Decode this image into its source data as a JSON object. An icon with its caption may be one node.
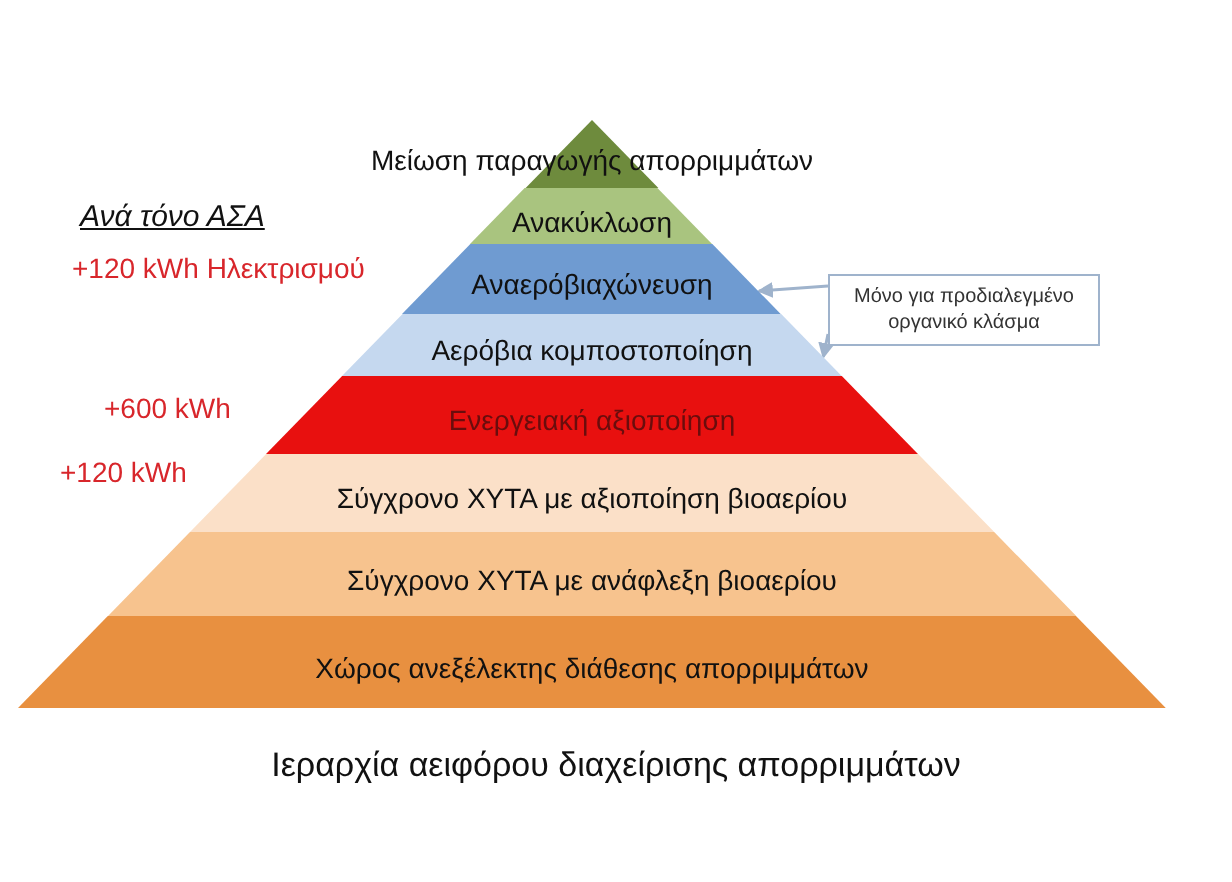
{
  "diagram": {
    "caption": "Ιεραρχία αειφόρου διαχείρισης απορριμμάτων",
    "nodes": [
      {
        "text": [
          "Μείωση παραγωγής απορριμμάτων"
        ]
      },
      {
        "text": [
          "Ανακύκλωση"
        ]
      },
      {
        "text": [
          "Αναερόβιαχώνευση"
        ]
      },
      {
        "text": [
          "Αερόβια κομποστοποίηση"
        ]
      },
      {
        "text": [
          "Ενεργειακή αξιοποίηση"
        ]
      },
      {
        "text": [
          "Σύγχρονο ΧΥΤΑ με αξιοποίηση βιοαερίου"
        ]
      },
      {
        "text": [
          "Σύγχρονο ΧΥΤΑ με ανάφλεξη βιοαερίου"
        ]
      },
      {
        "text": [
          "Χώρος ανεξέλεκτης διάθεσης απορριμμάτων"
        ]
      },
      {
        "text": [
          "Μόνο για προδιαλεγμένο οργανικό κλάσμα"
        ]
      }
    ],
    "edges": [
      {
        "from": 8,
        "to": 2,
        "arrow": "to"
      },
      {
        "from": 8,
        "to": 3,
        "arrow": "to"
      }
    ],
    "labels": [
      "Ανά τόνο ΑΣΑ",
      "+120 kWh Ηλεκτρισμού",
      "+600 kWh",
      "+120 kWh"
    ]
  }
}
